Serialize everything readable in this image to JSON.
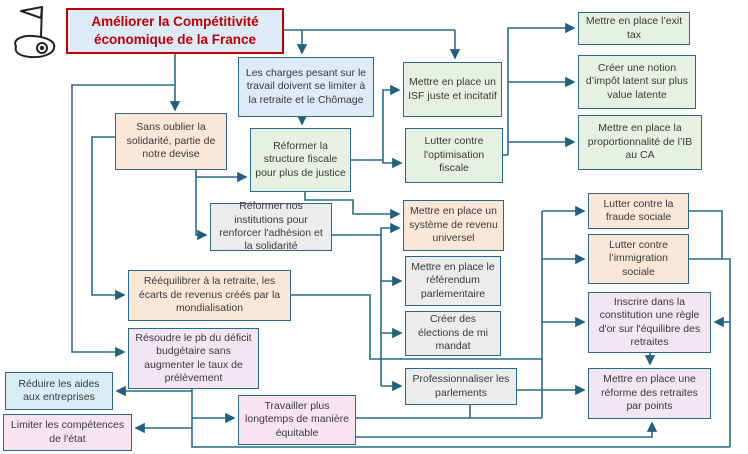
{
  "diagram": {
    "kind": "mind-map",
    "language": "fr",
    "line_color": "#2a6a88",
    "title_color": "#c00000",
    "icon": "golf-flag-icon"
  },
  "nodes": [
    {
      "id": "title",
      "text": "Améliorer la Compétitivité économique de la France",
      "color": "#dcebf7"
    },
    {
      "id": "charges-travail",
      "text": "Les charges pesant sur le travail doivent se limiter à la retraite et le Chômage",
      "color": "#dcebf7"
    },
    {
      "id": "isf",
      "text": "Mettre en place un ISF juste et incitatif",
      "color": "#e7f1e1"
    },
    {
      "id": "exit-tax",
      "text": "Mettre en place l’exit tax",
      "color": "#e7f1e1"
    },
    {
      "id": "impot-latent",
      "text": "Créer une notion d’impôt latent sur plus value latente",
      "color": "#e7f1e1"
    },
    {
      "id": "proportionnalite-ib-ca",
      "text": "Mettre en place la proportionnalité de l’IB au CA",
      "color": "#e7f1e1"
    },
    {
      "id": "solidarite-devise",
      "text": "Sans oublier la solidarité, partie de notre devise",
      "color": "#fbe7d8"
    },
    {
      "id": "reforme-fiscale",
      "text": "Réformer la structure fiscale pour plus de justice",
      "color": "#e7f1e1"
    },
    {
      "id": "optimisation-fiscale",
      "text": "Lutter contre l'optimisation fiscale",
      "color": "#e7f1e1"
    },
    {
      "id": "reformer-institutions",
      "text": "Réformer nos institutions pour renforcer l'adhésion et la solidarité",
      "color": "#ececec"
    },
    {
      "id": "revenu-universel",
      "text": "Mettre en place un système de revenu universel",
      "color": "#fbe7d8"
    },
    {
      "id": "fraude-sociale",
      "text": "Lutter contre la fraude sociale",
      "color": "#fbe7d8"
    },
    {
      "id": "immigration-sociale",
      "text": "Lutter contre l’immigration sociale",
      "color": "#fbe7d8"
    },
    {
      "id": "reequilibrer-retraite",
      "text": "Rééquilibrer à la retraite, les écarts de revenus créés par la mondialisation",
      "color": "#fbe7d8"
    },
    {
      "id": "referendum-parlementaire",
      "text": "Mettre en place le référendum parlementaire",
      "color": "#ececec"
    },
    {
      "id": "inscrire-constitution",
      "text": "Inscrire dans la constitution une règle d'or sur l'équilibre des retraites",
      "color": "#f3e6f2"
    },
    {
      "id": "resoudre-deficit",
      "text": "Résoudre le pb du déficit budgétaire sans augmenter le taux de prélèvement",
      "color": "#f3e6f2"
    },
    {
      "id": "elections-mi-mandat",
      "text": "Créer des élections de mi mandat",
      "color": "#ececec"
    },
    {
      "id": "retraites-par-points",
      "text": "Mettre en place une réforme des retraites par points",
      "color": "#f3e6f2"
    },
    {
      "id": "reduire-aides",
      "text": "Réduire les aides aux entreprises",
      "color": "#d8edf5"
    },
    {
      "id": "limiter-competences",
      "text": "Limiter les compétences de l'état",
      "color": "#f8e4ef"
    },
    {
      "id": "travailler-plus",
      "text": "Travailler plus longtemps de manière équitable",
      "color": "#f8e4ef"
    },
    {
      "id": "professionnaliser-parlements",
      "text": "Professionnaliser les parlements",
      "color": "#ececec"
    }
  ]
}
